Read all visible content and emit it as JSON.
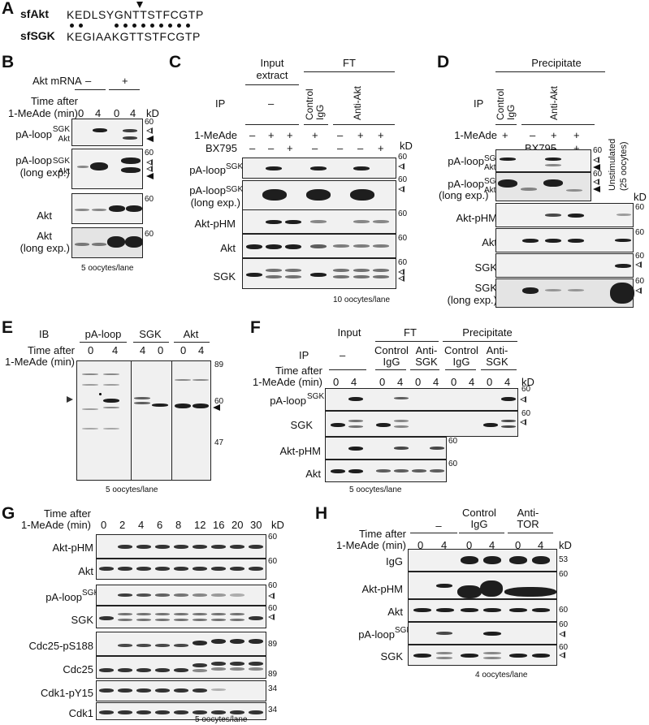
{
  "panels": {
    "A": {
      "label": "A",
      "row1_name": "sfAkt",
      "row1_seq": "KEDLSYGNTTSTFCGTP",
      "row2_name": "sfSGK",
      "row2_seq": "KEGIAAKGTTSTFCGTP"
    },
    "B": {
      "label": "B",
      "akt_mrna": "Akt mRNA",
      "minus": "–",
      "plus": "+",
      "time_l1": "Time after",
      "time_l2": "1-MeAde (min)",
      "t0": "0",
      "t4": "4",
      "kd": "kD",
      "m60": "60",
      "rows": [
        "pA-loop",
        "pA-loop",
        "Akt",
        "Akt"
      ],
      "row_sub": [
        "",
        "(long exp.)",
        "",
        "(long exp.)"
      ],
      "sgk": "SGK",
      "akt": "Akt",
      "footer": "5 oocytes/lane"
    },
    "C": {
      "label": "C",
      "input1": "Input",
      "input2": "extract",
      "ft": "FT",
      "ip": "IP",
      "dash": "–",
      "ctrl1": "Control",
      "ctrl2": "IgG",
      "anti": "Anti-Akt",
      "mead": "1-MeAde",
      "bx": "BX795",
      "minus": "–",
      "plus": "+",
      "kd": "kD",
      "m60": "60",
      "rows": [
        "pA-loop",
        "pA-loop",
        "Akt-pHM",
        "Akt",
        "SGK"
      ],
      "row_sub": [
        "",
        "(long exp.)",
        "",
        "",
        ""
      ],
      "sgk": "SGK",
      "footer": "10 oocytes/lane"
    },
    "D": {
      "label": "D",
      "precip": "Precipitate",
      "ip": "IP",
      "ctrl1": "Control",
      "ctrl2": "IgG",
      "anti": "Anti-Akt",
      "mead": "1-MeAde",
      "bx": "BX795",
      "minus": "–",
      "plus": "+",
      "unstim1": "Unstimulated",
      "unstim2": "(25 oocytes)",
      "kd": "kD",
      "m60": "60",
      "rows": [
        "pA-loop",
        "pA-loop",
        "Akt-pHM",
        "Akt",
        "SGK",
        "SGK"
      ],
      "row_sub": [
        "",
        "(long exp.)",
        "",
        "",
        "",
        "(long exp.)"
      ],
      "sgk": "SGK",
      "akt": "Akt"
    },
    "E": {
      "label": "E",
      "ib": "IB",
      "cols": [
        "pA-loop",
        "SGK",
        "Akt"
      ],
      "time_l1": "Time after",
      "time_l2": "1-MeAde (min)",
      "times": [
        "0",
        "4",
        "4",
        "0",
        "0",
        "4"
      ],
      "m89": "89",
      "m60": "60",
      "m47": "47",
      "footer": "5 oocytes/lane"
    },
    "F": {
      "label": "F",
      "input": "Input",
      "ft": "FT",
      "precip": "Precipitate",
      "ip": "IP",
      "dash": "–",
      "ctrl1": "Control",
      "ctrl2": "IgG",
      "anti1": "Anti-",
      "anti2": "SGK",
      "time_l1": "Time after",
      "time_l2": "1-MeAde (min)",
      "times": [
        "0",
        "4",
        "0",
        "4",
        "0",
        "4",
        "0",
        "4",
        "0",
        "4"
      ],
      "kd": "kD",
      "m60": "60",
      "rows": [
        "pA-loop",
        "SGK",
        "Akt-pHM",
        "Akt"
      ],
      "sgk": "SGK",
      "footer": "5 oocytes/lane"
    },
    "G": {
      "label": "G",
      "time_l1": "Time after",
      "time_l2": "1-MeAde (min)",
      "times": [
        "0",
        "2",
        "4",
        "6",
        "8",
        "12",
        "16",
        "20",
        "30"
      ],
      "kd": "kD",
      "rows": [
        "Akt-pHM",
        "Akt",
        "pA-loop",
        "SGK",
        "Cdc25-pS188",
        "Cdc25",
        "Cdk1-pY15",
        "Cdk1"
      ],
      "markers": [
        "60",
        "60",
        "60",
        "60",
        "89",
        "89",
        "34",
        "34"
      ],
      "sgk": "SGK",
      "footer": "5 oocytes/lane"
    },
    "H": {
      "label": "H",
      "dash": "–",
      "ctrl1": "Control",
      "ctrl2": "IgG",
      "anti1": "Anti-",
      "anti2": "TOR",
      "time_l1": "Time after",
      "time_l2": "1-MeAde (min)",
      "times": [
        "0",
        "4",
        "0",
        "4",
        "0",
        "4"
      ],
      "kd": "kD",
      "rows": [
        "IgG",
        "Akt-pHM",
        "Akt",
        "pA-loop",
        "SGK"
      ],
      "markers": [
        "53",
        "60",
        "60",
        "60",
        "60"
      ],
      "sgk": "SGK",
      "footer": "4 oocytes/lane"
    }
  }
}
